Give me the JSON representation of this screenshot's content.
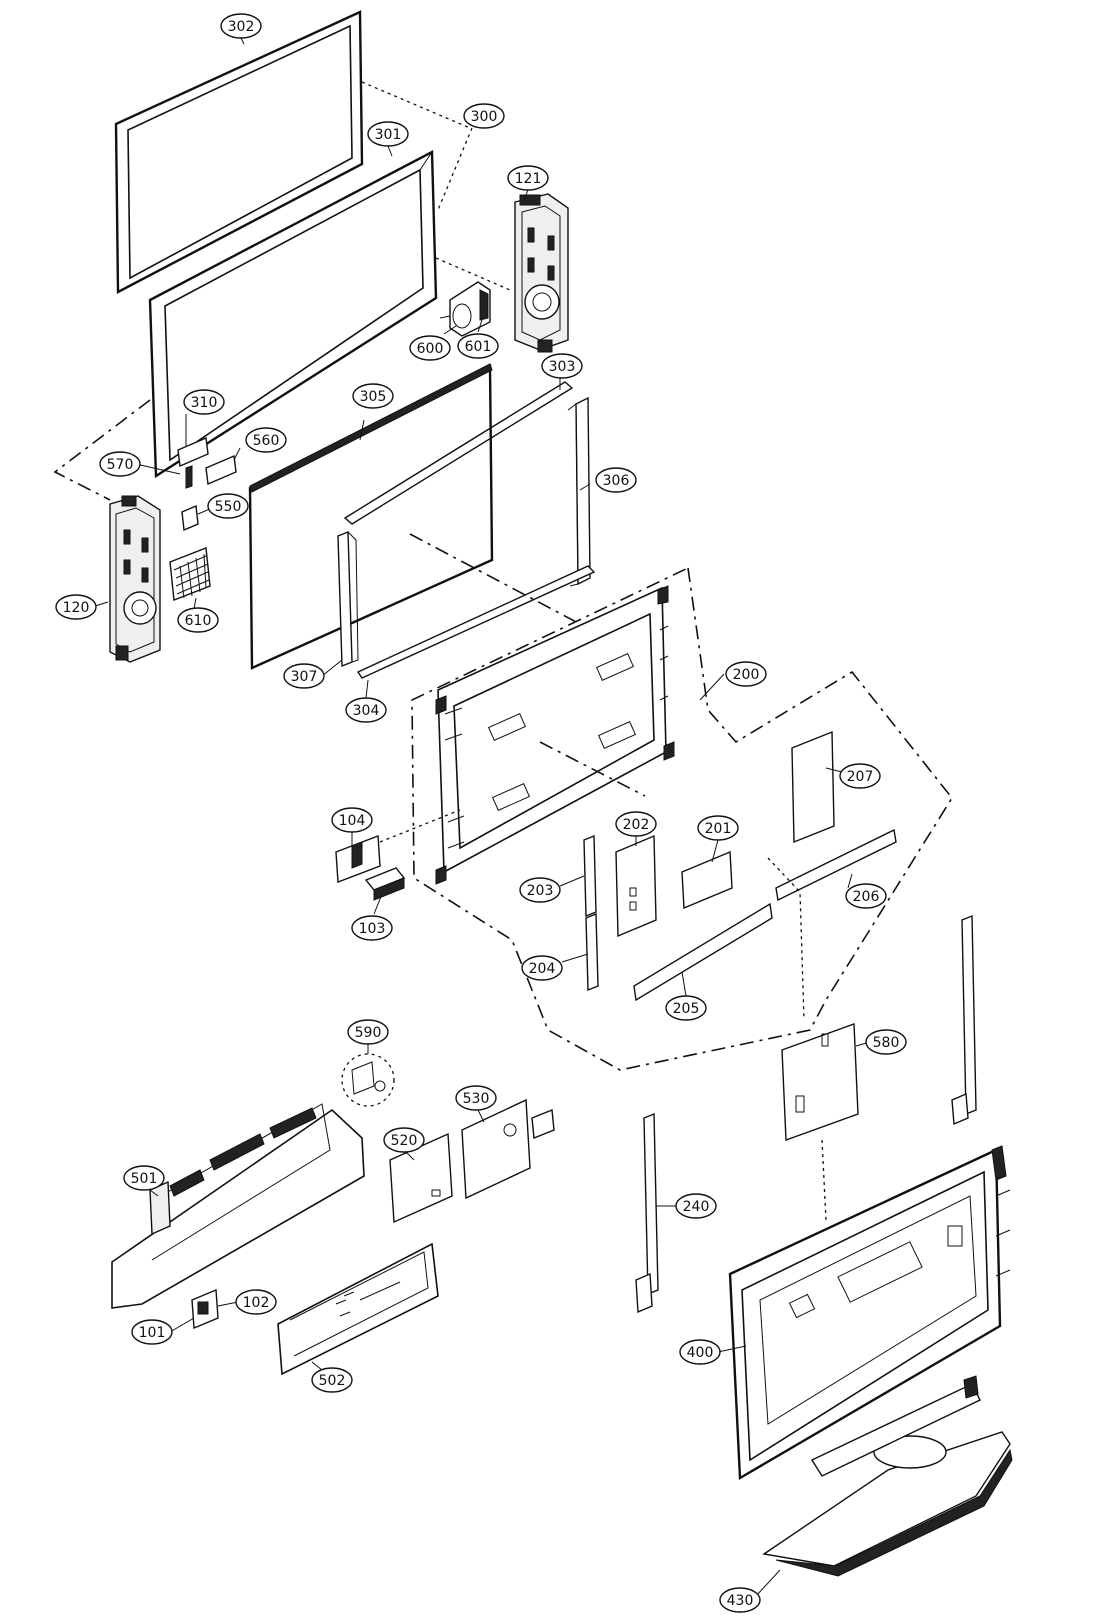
{
  "callouts": [
    {
      "id": "302",
      "label": "302"
    },
    {
      "id": "300",
      "label": "300"
    },
    {
      "id": "301",
      "label": "301"
    },
    {
      "id": "121",
      "label": "121"
    },
    {
      "id": "600",
      "label": "600"
    },
    {
      "id": "601",
      "label": "601"
    },
    {
      "id": "303",
      "label": "303"
    },
    {
      "id": "310",
      "label": "310"
    },
    {
      "id": "305",
      "label": "305"
    },
    {
      "id": "560",
      "label": "560"
    },
    {
      "id": "570",
      "label": "570"
    },
    {
      "id": "306",
      "label": "306"
    },
    {
      "id": "550",
      "label": "550"
    },
    {
      "id": "120",
      "label": "120"
    },
    {
      "id": "610",
      "label": "610"
    },
    {
      "id": "307",
      "label": "307"
    },
    {
      "id": "304",
      "label": "304"
    },
    {
      "id": "200",
      "label": "200"
    },
    {
      "id": "207",
      "label": "207"
    },
    {
      "id": "104",
      "label": "104"
    },
    {
      "id": "202",
      "label": "202"
    },
    {
      "id": "201",
      "label": "201"
    },
    {
      "id": "203",
      "label": "203"
    },
    {
      "id": "206",
      "label": "206"
    },
    {
      "id": "103",
      "label": "103"
    },
    {
      "id": "204",
      "label": "204"
    },
    {
      "id": "205",
      "label": "205"
    },
    {
      "id": "590",
      "label": "590"
    },
    {
      "id": "580",
      "label": "580"
    },
    {
      "id": "530",
      "label": "530"
    },
    {
      "id": "520",
      "label": "520"
    },
    {
      "id": "501",
      "label": "501"
    },
    {
      "id": "240",
      "label": "240"
    },
    {
      "id": "102",
      "label": "102"
    },
    {
      "id": "101",
      "label": "101"
    },
    {
      "id": "400",
      "label": "400"
    },
    {
      "id": "502",
      "label": "502"
    },
    {
      "id": "430",
      "label": "430"
    }
  ]
}
